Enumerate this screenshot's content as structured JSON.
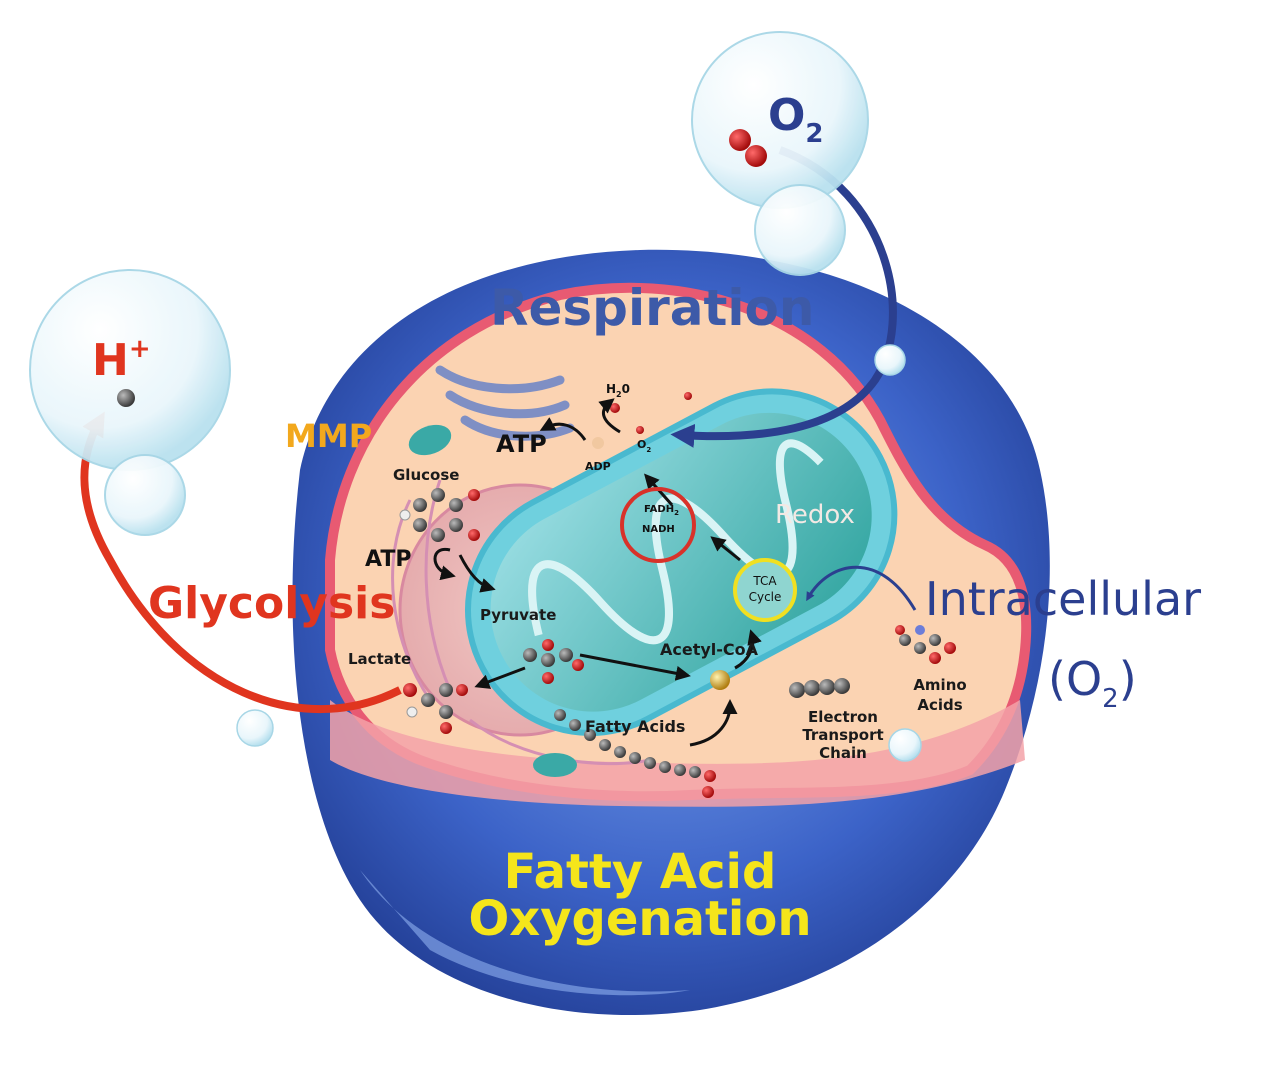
{
  "labels": {
    "o2_bubble": {
      "base": "O",
      "sub": "2"
    },
    "h_bubble": {
      "base": "H",
      "sup": "+"
    },
    "respiration": "Respiration",
    "glycolysis": "Glycolysis",
    "mmp": "MMP",
    "redox": "Redox",
    "intracellular": "Intracellular",
    "intracellular_o2": {
      "open": "(O",
      "sub": "2",
      "close": ")"
    },
    "fatty_acid_oxygenation": [
      "Fatty Acid",
      "Oxygenation"
    ],
    "atp_mito": "ATP",
    "atp_cyto": "ATP",
    "adp": "ADP",
    "h2o": {
      "base": "H",
      "sub": "2",
      "tail": "0"
    },
    "o2_small": {
      "base": "O",
      "sub": "2"
    },
    "fadh2": {
      "base": "FADH",
      "sub": "2"
    },
    "nadh": "NADH",
    "tca": [
      "TCA",
      "Cycle"
    ],
    "glucose": "Glucose",
    "pyruvate": "Pyruvate",
    "lactate": "Lactate",
    "acetyl_coa": "Acetyl-CoA",
    "fatty_acids": "Fatty Acids",
    "etc": [
      "Electron",
      "Transport",
      "Chain"
    ],
    "amino_acids": [
      "Amino",
      "Acids"
    ]
  },
  "colors": {
    "respiration": "#3d5aa8",
    "o2_blue": "#2b3f8f",
    "glycolysis": "#e0351f",
    "mmp": "#f2a81d",
    "redox": "#f3e9e4",
    "fatty_acid_text": "#f5e51b",
    "cell_blue": "#3c63c8",
    "cytoplasm": "#fbd3b2",
    "membrane": "#e85a72",
    "mito_outer": "#5bc0d8",
    "mito_inner": "#3aa9a6"
  },
  "icons": [
    "o2-bubble-icon",
    "h-plus-bubble-icon",
    "oxygen-molecule-icon",
    "glucose-molecule-icon",
    "pyruvate-molecule-icon",
    "lactate-molecule-icon",
    "fatty-acid-chain-icon",
    "amino-acid-molecule-icon",
    "golgi-icon",
    "mitochondrion-icon"
  ]
}
